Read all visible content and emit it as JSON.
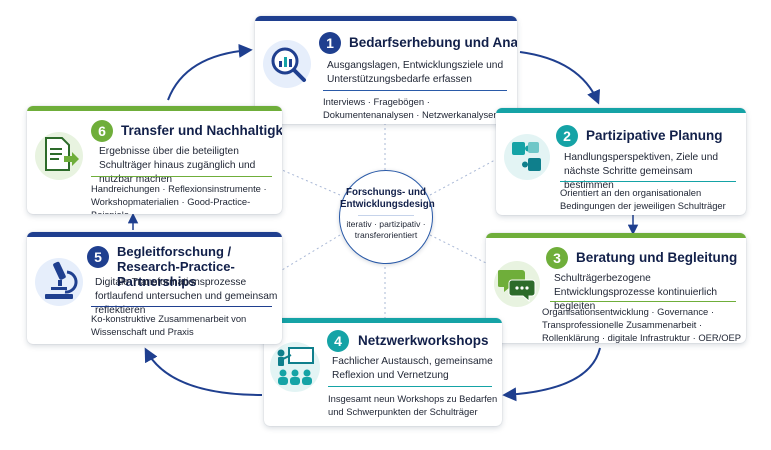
{
  "center": {
    "title": "Forschungs- und Entwicklungsdesign",
    "subtitle": "iterativ · partizipativ · transferorientiert"
  },
  "cards": [
    {
      "number": "1",
      "title": "Bedarfserhebung und Analyse",
      "description": "Ausgangslagen, Entwicklungsziele und Unterstützungsbedarfe erfassen",
      "details": "Interviews · Fragebögen · Dokumentenanalysen · Netzwerkanalysen",
      "icon": "magnifier-chart-icon",
      "accent": "#1f3f8f"
    },
    {
      "number": "2",
      "title": "Partizipative Planung",
      "description": "Handlungsperspektiven, Ziele und nächste Schritte gemeinsam bestimmen",
      "details": "Orientiert an den organisationalen Bedingungen der jeweiligen Schulträger",
      "icon": "puzzle-icon",
      "accent": "#15a3a6"
    },
    {
      "number": "3",
      "title": "Beratung und Begleitung",
      "description": "Schulträgerbezogene Entwicklungsprozesse kontinuierlich begleiten",
      "details": "Organisationsentwicklung · Governance · Transprofessionelle Zusammenarbeit · Rollenklärung · digitale Infrastruktur · OER/OEP",
      "icon": "speech-bubbles-icon",
      "accent": "#6fae3a"
    },
    {
      "number": "4",
      "title": "Netzwerkworkshops",
      "description": "Fachlicher Austausch, gemeinsame Reflexion und Vernetzung",
      "details": "Insgesamt neun Workshops zu Bedarfen und Schwerpunkten der Schulträger",
      "icon": "presentation-group-icon",
      "accent": "#15a3a6"
    },
    {
      "number": "5",
      "title": "Begleitforschung / Research-Practice-Partnerships",
      "description": "Digitale Transformationsprozesse fortlaufend untersuchen und gemeinsam reflektieren",
      "details": "Ko-konstruktive Zusammenarbeit von Wissenschaft und Praxis",
      "icon": "microscope-icon",
      "accent": "#1f3f8f"
    },
    {
      "number": "6",
      "title": "Transfer und Nachhaltigkeit",
      "description": "Ergebnisse über die beteiligten Schulträger hinaus zugänglich und nutzbar machen",
      "details": "Handreichungen · Reflexionsinstrumente · Workshopmaterialien · Good-Practice-Beispiele",
      "icon": "document-arrow-icon",
      "accent": "#6fae3a"
    }
  ]
}
